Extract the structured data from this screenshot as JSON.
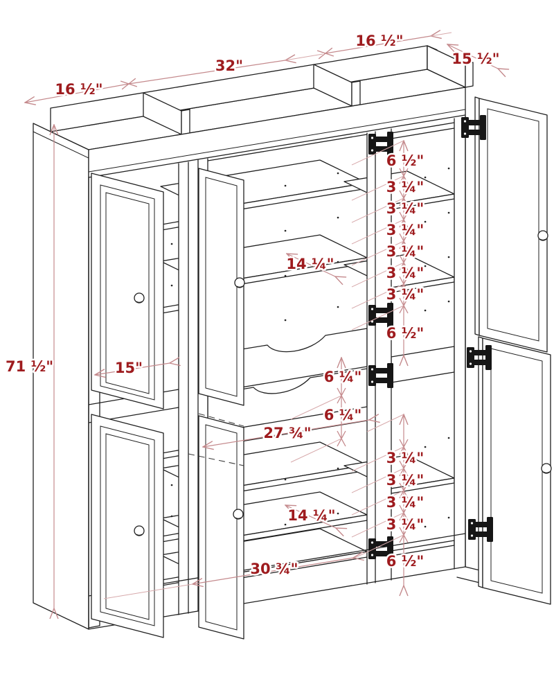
{
  "diagram": {
    "type": "furniture dimension diagram",
    "subject": "Three-section pantry storage cabinet with open doors, adjustable shelves and two center drawers"
  },
  "dims": {
    "top_left_section_width": "16 ½\"",
    "top_center_section_width": "32\"",
    "top_right_section_width": "16 ½\"",
    "side_depth": "15 ½\"",
    "overall_height": "71 ½\"",
    "left_door_width": "15\"",
    "upper_shelf_depth": "14 ¼\"",
    "upper_top_offset": "6 ½\"",
    "upper_pin_spacings": [
      "3 ¼\"",
      "3 ¼\"",
      "3 ¼\"",
      "3 ¼\"",
      "3 ¼\"",
      "3 ¼\""
    ],
    "upper_bottom_offset": "6 ½\"",
    "upper_drawer_height": "6 ¼\"",
    "lower_drawer_height": "6 ¼\"",
    "drawer_opening_width": "27 ¾\"",
    "lower_pin_spacings": [
      "3 ¼\"",
      "3 ¼\"",
      "3 ¼\"",
      "3 ¼\""
    ],
    "lower_bottom_offset": "6 ½\"",
    "lower_shelf_depth": "14 ¼\"",
    "bottom_opening_width": "30 ¾\""
  },
  "colors": {
    "line": "#1f1f1f",
    "dimension_text": "#9e1b1e",
    "dimension_line": "#c4898c",
    "background": "#ffffff"
  }
}
